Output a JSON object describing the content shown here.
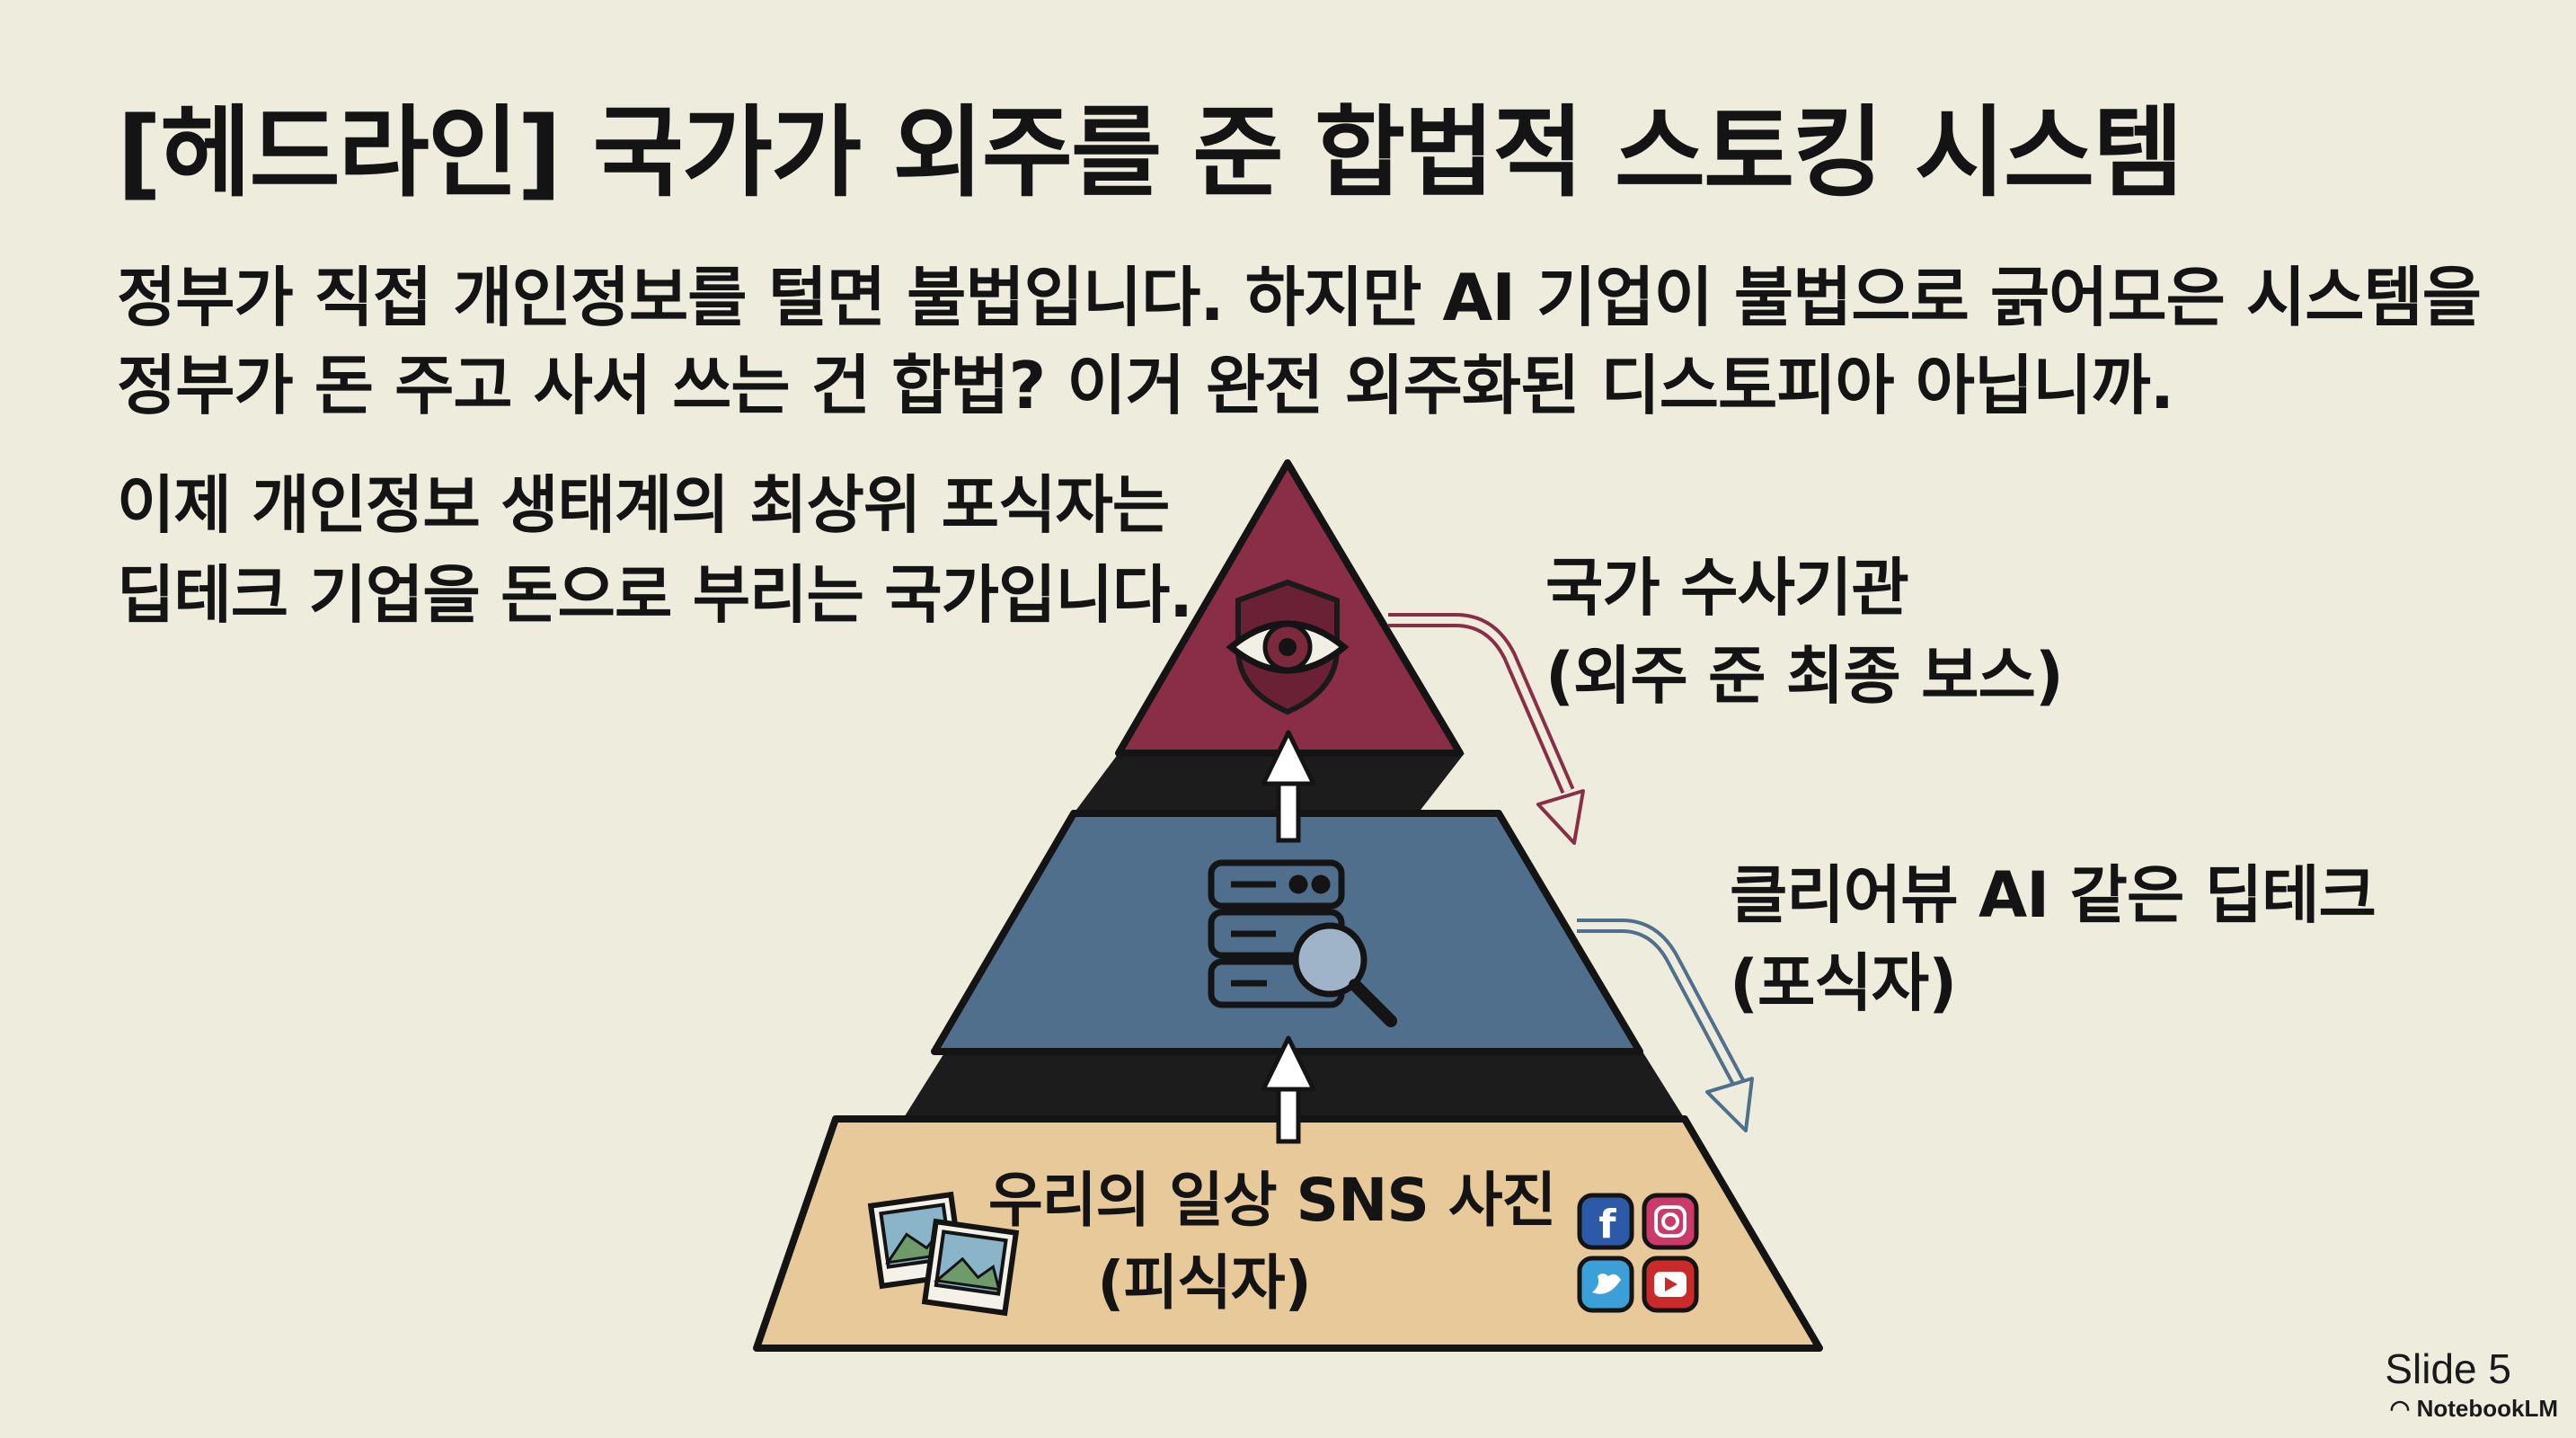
{
  "slide": {
    "headline": "[헤드라인] 국가가 외주를 준 합법적 스토킹 시스템",
    "lead_lines": [
      "정부가 직접 개인정보를 털면 불법입니다. 하지만 AI 기업이 불법으로 긁어모은 시스템을",
      "정부가 돈 주고 사서 쓰는 건 합법? 이거 완전 외주화된 디스토피아 아닙니까."
    ],
    "claim_lines": [
      "이제 개인정보 생태계의 최상위 포식자는",
      "딥테크 기업을 돈으로 부리는 국가입니다."
    ],
    "slide_number": "Slide 5",
    "brand": "NotebookLM"
  },
  "pyramid": {
    "top": {
      "label_lines": [
        "국가 수사기관",
        "(외주 준 최종 보스)"
      ],
      "color": "#8a2e47",
      "icon": "eye-shield-icon"
    },
    "middle": {
      "label_lines": [
        "클리어뷰 AI 같은 딥테크",
        "(포식자)"
      ],
      "color": "#4f6f8c",
      "icon": "server-search-icon"
    },
    "base": {
      "label_lines": [
        "우리의 일상 SNS 사진",
        "(피식자)"
      ],
      "color": "#e7c99a",
      "icons": [
        "photos-icon",
        "facebook-icon",
        "instagram-icon",
        "twitter-icon",
        "youtube-icon"
      ]
    }
  }
}
